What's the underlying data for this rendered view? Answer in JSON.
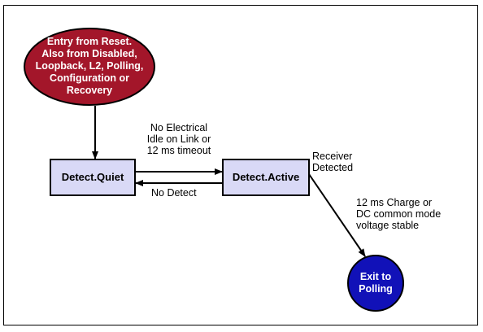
{
  "colors": {
    "entry_fill": "#a3162a",
    "state_fill": "#d9d9f6",
    "exit_fill": "#1111b8",
    "line": "#000000"
  },
  "nodes": {
    "entry": {
      "lines": [
        "Entry from Reset.",
        "Also from Disabled,",
        "Loopback, L2, Polling,",
        "Configuration or",
        "Recovery"
      ]
    },
    "detect_quiet": {
      "label": "Detect.Quiet"
    },
    "detect_active": {
      "label": "Detect.Active"
    },
    "exit": {
      "lines": [
        "Exit to",
        "Polling"
      ]
    }
  },
  "edges": {
    "quiet_to_active": {
      "lines": [
        "No Electrical",
        "Idle on Link or",
        "12 ms timeout"
      ]
    },
    "active_to_quiet": {
      "label": "No Detect"
    },
    "active_receiver": {
      "lines": [
        "Receiver",
        "Detected"
      ]
    },
    "active_to_exit": {
      "lines": [
        "12 ms Charge or",
        "DC common mode",
        "voltage stable"
      ]
    }
  }
}
